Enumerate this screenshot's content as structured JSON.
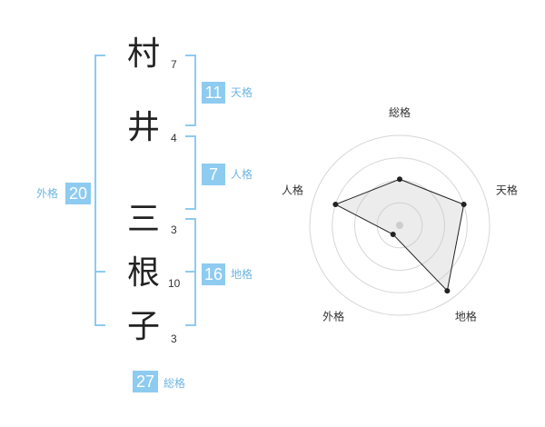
{
  "name_chars": [
    {
      "char": "村",
      "strokes": "7"
    },
    {
      "char": "井",
      "strokes": "4"
    },
    {
      "char": "三",
      "strokes": "3"
    },
    {
      "char": "根",
      "strokes": "10"
    },
    {
      "char": "子",
      "strokes": "3"
    }
  ],
  "fortune": {
    "tenkaku": {
      "value": "11",
      "label": "天格"
    },
    "jinkaku": {
      "value": "7",
      "label": "人格"
    },
    "chikaku": {
      "value": "16",
      "label": "地格"
    },
    "gaikaku": {
      "value": "20",
      "label": "外格"
    },
    "soukaku": {
      "value": "27",
      "label": "総格"
    }
  },
  "colors": {
    "accent": "#8ecbf0",
    "accent_text": "#6fb6e0"
  },
  "chart_data": {
    "type": "radar",
    "axes": [
      "総格",
      "天格",
      "地格",
      "外格",
      "人格"
    ],
    "max": 4,
    "rings": 4,
    "values": [
      2.05,
      3.0,
      3.6,
      0.5,
      3.0
    ],
    "grid": true
  }
}
